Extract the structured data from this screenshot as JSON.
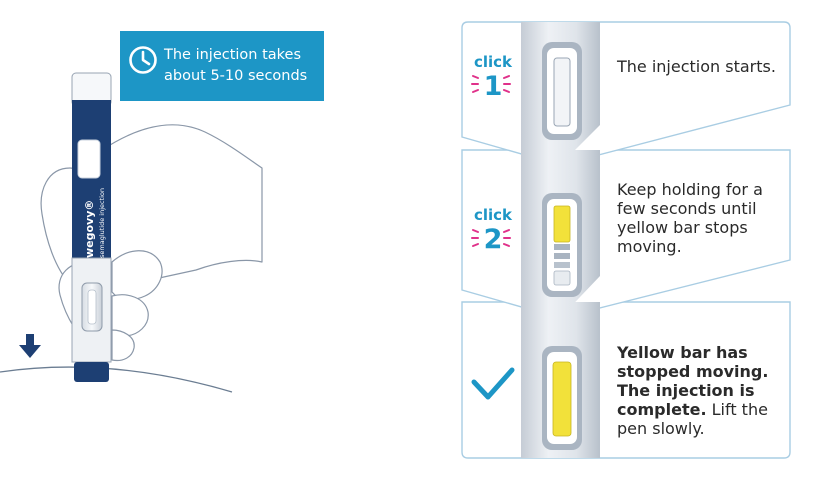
{
  "callout": {
    "line1": "The injection takes",
    "line2": "about 5-10 seconds"
  },
  "pen": {
    "brand": "wegovy®",
    "subtitle": "semaglutide injection"
  },
  "steps": [
    {
      "click_word": "click",
      "click_number": "1",
      "text": "The injection starts."
    },
    {
      "click_word": "click",
      "click_number": "2",
      "line1": "Keep holding for a",
      "line2": "few seconds until",
      "line3": "yellow bar stops",
      "line4": "moving."
    },
    {
      "bold1": "Yellow bar has",
      "bold2": "stopped moving.",
      "bold3": "The injection is",
      "bold4": "complete.",
      "rest4": " Lift the",
      "line5": "pen slowly."
    }
  ],
  "icons": {
    "callout": "clock-icon",
    "push": "arrow-down-icon",
    "done": "checkmark-icon"
  },
  "colors": {
    "accent": "#1d96c6",
    "pen_navy": "#1d3f73",
    "yellow_bar": "#f2e13a",
    "panel_border": "#a9cde3"
  }
}
